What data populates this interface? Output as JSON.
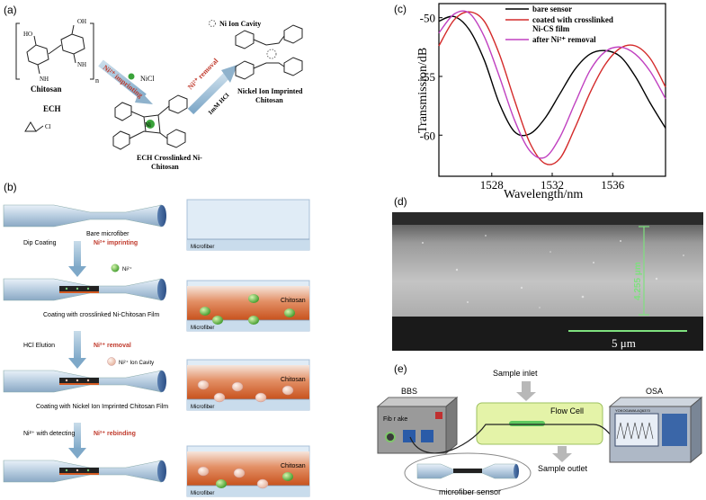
{
  "panels": {
    "a": "(a)",
    "b": "(b)",
    "c": "(c)",
    "d": "(d)",
    "e": "(e)"
  },
  "panel_a": {
    "chitosan": "Chitosan",
    "ech": "ECH",
    "cl": "Cl",
    "n": "n",
    "nh2_1": "NH",
    "nh2_2": "NH",
    "ho": "HO",
    "oh": "OH",
    "ni_imprinting": "Ni²⁺ imprinting",
    "nicl2": "NiCl",
    "ni_removal": "Ni²⁺ removal",
    "hcl": "1mM HCl",
    "cavity_legend": "Ni Ion Cavity",
    "product_1": "Nickel Ion Imprinted",
    "product_2": "Chitosan",
    "crosslinked_1": "ECH Crosslinked Ni-",
    "crosslinked_2": "Chitosan",
    "ni_center": "Ni"
  },
  "panel_b": {
    "bare": "Bare microfiber",
    "dip": "Dip Coating",
    "ni_imprinting": "Ni²⁺ imprinting",
    "ni_ion": "Ni²⁺",
    "coating1": "Coating with crosslinked Ni-Chitosan Film",
    "hcl": "HCl Elution",
    "ni_removal": "Ni²⁺ removal",
    "cavity": "Ni²⁺ Ion Cavity",
    "coating2": "Coating with Nickel Ion Imprinted Chitosan Film",
    "detecting": "Ni²⁺ with detecting",
    "rebinding": "Ni²⁺ rebinding",
    "microfiber": "Microfiber",
    "chitosan": "Chitosan"
  },
  "chart_data": {
    "type": "line",
    "title": "",
    "xlabel": "Wavelength/nm",
    "ylabel": "Transmission/dB",
    "xlim": [
      1524.5,
      1539.5
    ],
    "ylim": [
      -63.5,
      -48.8
    ],
    "xticks": [
      1528,
      1532,
      1536
    ],
    "yticks": [
      -50,
      -55,
      -60
    ],
    "legend_position": "top-right",
    "series": [
      {
        "name": "bare sensor",
        "color": "#000000",
        "x": [
          1524.5,
          1525.5,
          1526.5,
          1527.5,
          1528.5,
          1529.5,
          1530.5,
          1531.5,
          1532.5,
          1533.5,
          1534.5,
          1535.5,
          1536.5,
          1537.5,
          1538.5,
          1539.5
        ],
        "y": [
          -50.3,
          -49.9,
          -51.0,
          -53.6,
          -57.3,
          -59.7,
          -59.9,
          -58.6,
          -56.5,
          -54.4,
          -53.1,
          -52.8,
          -53.3,
          -55.0,
          -57.3,
          -59.4
        ]
      },
      {
        "name": "coated with crosslinked Ni-CS film",
        "color": "#d42a2a",
        "x": [
          1524.5,
          1525.5,
          1526.5,
          1527.5,
          1528.5,
          1529.5,
          1530.5,
          1531.5,
          1532.5,
          1533.5,
          1534.5,
          1535.5,
          1536.5,
          1537.5,
          1538.5,
          1539.5
        ],
        "y": [
          -52.4,
          -50.2,
          -49.5,
          -50.3,
          -53.1,
          -57.0,
          -60.6,
          -62.4,
          -62.0,
          -59.4,
          -56.4,
          -54.0,
          -52.6,
          -52.4,
          -53.5,
          -55.9
        ]
      },
      {
        "name": "after Ni²⁺ removal",
        "color": "#c040c0",
        "x": [
          1524.5,
          1525.5,
          1526.5,
          1527.5,
          1528.5,
          1529.5,
          1530.5,
          1531.5,
          1532.5,
          1533.5,
          1534.5,
          1535.5,
          1536.5,
          1537.5,
          1538.5,
          1539.5
        ],
        "y": [
          -51.3,
          -49.7,
          -49.6,
          -51.6,
          -55.0,
          -58.7,
          -61.3,
          -61.9,
          -60.2,
          -57.3,
          -54.5,
          -52.9,
          -52.5,
          -53.1,
          -54.6,
          -56.9
        ]
      }
    ]
  },
  "panel_d": {
    "diameter": "4.255 μm",
    "scale": "5  μm"
  },
  "panel_e": {
    "bbs": "BBS",
    "osa": "OSA",
    "inlet": "Sample inlet",
    "outlet": "Sample outlet",
    "flow_cell": "Flow Cell",
    "sensor": "microfiber sensor",
    "bbs_label": "Fib r ake",
    "osa_brand": "YOKOGAWA  AQ6370"
  }
}
